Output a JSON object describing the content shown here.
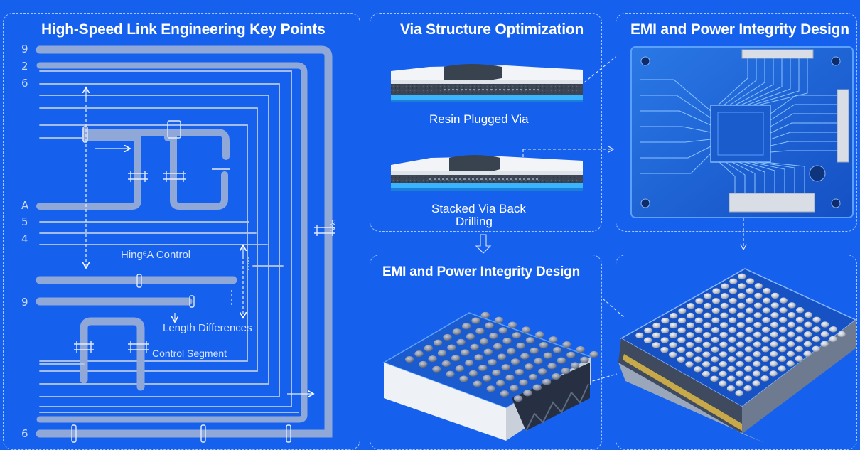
{
  "panels": {
    "left_title": "High-Speed Link Engineering Key Points",
    "via_title": "Via Structure Optimization",
    "emi_top_title": "EMI and Power Integrity Design",
    "emi_bottom_title": "EMI and Power Integrity Design"
  },
  "via": {
    "resin_label": "Resin Plugged Via",
    "stacked_label_1": "Stacked Via Back",
    "stacked_label_2": "Drilling"
  },
  "traces": {
    "hinge_label": "HingᵉA Control",
    "length_label": "Length Differences",
    "segment_label": "Control Segment",
    "side_numbers": [
      "9",
      "2",
      "6",
      "A",
      "5",
      "4",
      "9",
      "6"
    ],
    "vertical_tag": "ԖɅ"
  },
  "colors": {
    "background": "#1660ee",
    "trace": "#8fa8d8",
    "panel_border": "#bed7ff",
    "board": "#1f63d8",
    "ball": "#c4c9d2"
  }
}
